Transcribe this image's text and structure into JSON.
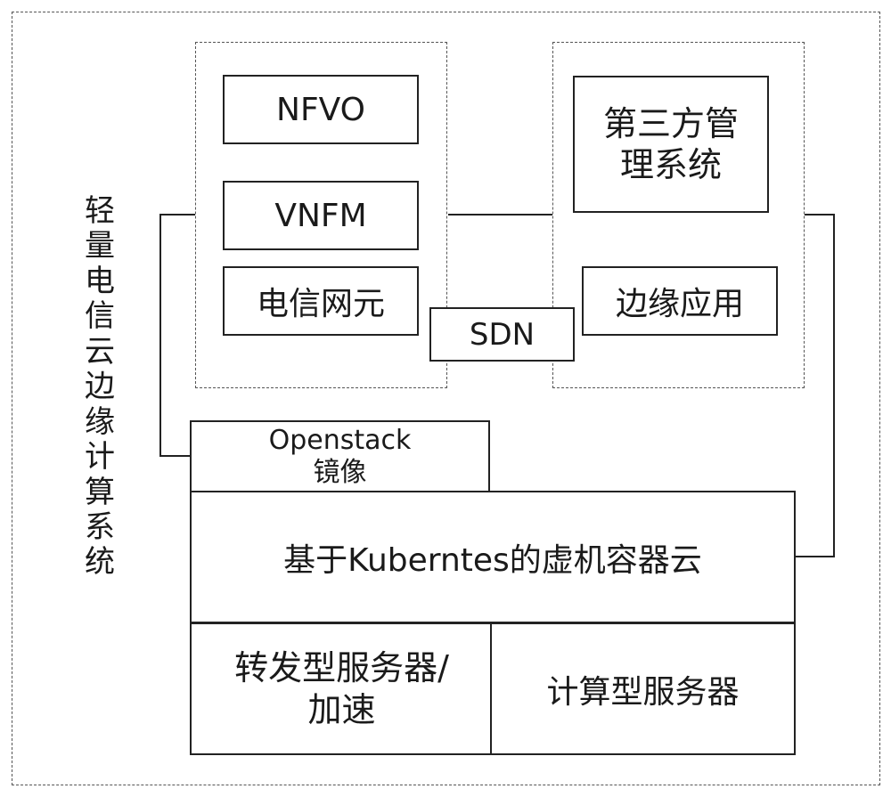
{
  "system_label": "轻量电信云边缘计算系统",
  "left_group": {
    "nfvo": "NFVO",
    "vnfm": "VNFM",
    "telecom_ne": "电信网元"
  },
  "sdn": "SDN",
  "right_group": {
    "third_party_line1": "第三方管",
    "third_party_line2": "理系统",
    "edge_app": "边缘应用"
  },
  "openstack": {
    "line1": "Openstack",
    "line2": "镜像"
  },
  "container_cloud": "基于Kuberntes的虚机容器云",
  "forwarding_server": {
    "line1": "转发型服务器/",
    "line2": "加速"
  },
  "compute_server": "计算型服务器"
}
